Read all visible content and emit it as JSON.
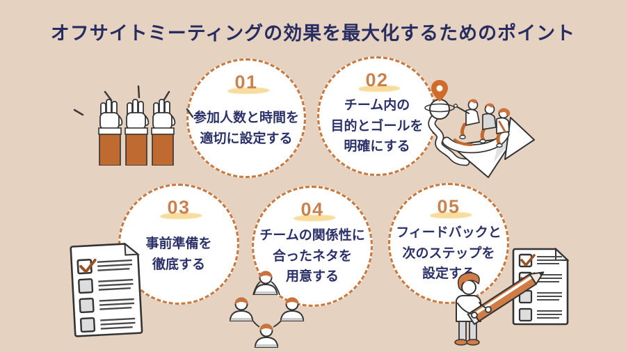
{
  "title": "オフサイトミーティングの効果を最大化するためのポイント",
  "points": [
    {
      "number": "01",
      "lines": [
        "参加人数と時間を",
        "適切に設定する"
      ]
    },
    {
      "number": "02",
      "lines": [
        "チーム内の",
        "目的とゴールを",
        "明確にする"
      ]
    },
    {
      "number": "03",
      "lines": [
        "事前準備を",
        "徹底する"
      ]
    },
    {
      "number": "04",
      "lines": [
        "チームの関係性に",
        "合ったネタを",
        "用意する"
      ]
    },
    {
      "number": "05",
      "lines": [
        "フィードバックと",
        "次のステップを",
        "設定する"
      ]
    }
  ],
  "colors": {
    "background": "#e6d2c0",
    "title-color": "#272d60",
    "text": "#2b3168",
    "number": "#c9824e",
    "number-highlight": "#f6d78c",
    "circle-border": "#c8793f",
    "circle-fill": "#ffffff",
    "accent": "#c06a31",
    "line": "#333333",
    "shade-gray": "#d9d9d9",
    "check-brown": "#9c4f22"
  },
  "illustrations": {
    "top_left": "raised-hands",
    "top_right": "team-flying-to-goal-pin",
    "bottom_left": "checklist",
    "bottom_center": "team-network",
    "bottom_right": "person-checking-list-with-pencil"
  }
}
